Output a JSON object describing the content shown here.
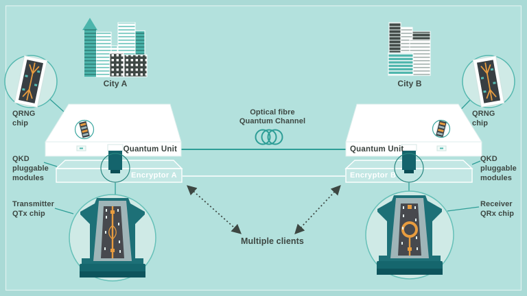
{
  "colors": {
    "background": "#b3e1dd",
    "accent_teal": "#2d9d96",
    "module_teal": "#14646c",
    "text_dark": "#3d4742",
    "orange": "#e89c3f",
    "callout_fill": "#cfeae6",
    "building_teal": "#4cb5ac",
    "building_dark": "#3f4845"
  },
  "cities": {
    "a": {
      "label": "City A"
    },
    "b": {
      "label": "City B"
    }
  },
  "left": {
    "qrng_label": "QRNG chip",
    "qkd_label": "QKD pluggable modules",
    "chip_label": "Transmitter QTx chip",
    "unit_label": "Quantum Unit",
    "encryptor_label": "Encryptor A"
  },
  "right": {
    "qrng_label": "QRNG chip",
    "qkd_label": "QKD pluggable modules",
    "chip_label": "Receiver QRx chip",
    "unit_label": "Quantum Unit",
    "encryptor_label": "Encryptor B"
  },
  "channel": {
    "label_line1": "Optical fibre",
    "label_line2": "Quantum Channel"
  },
  "clients": {
    "label": "Multiple clients"
  }
}
